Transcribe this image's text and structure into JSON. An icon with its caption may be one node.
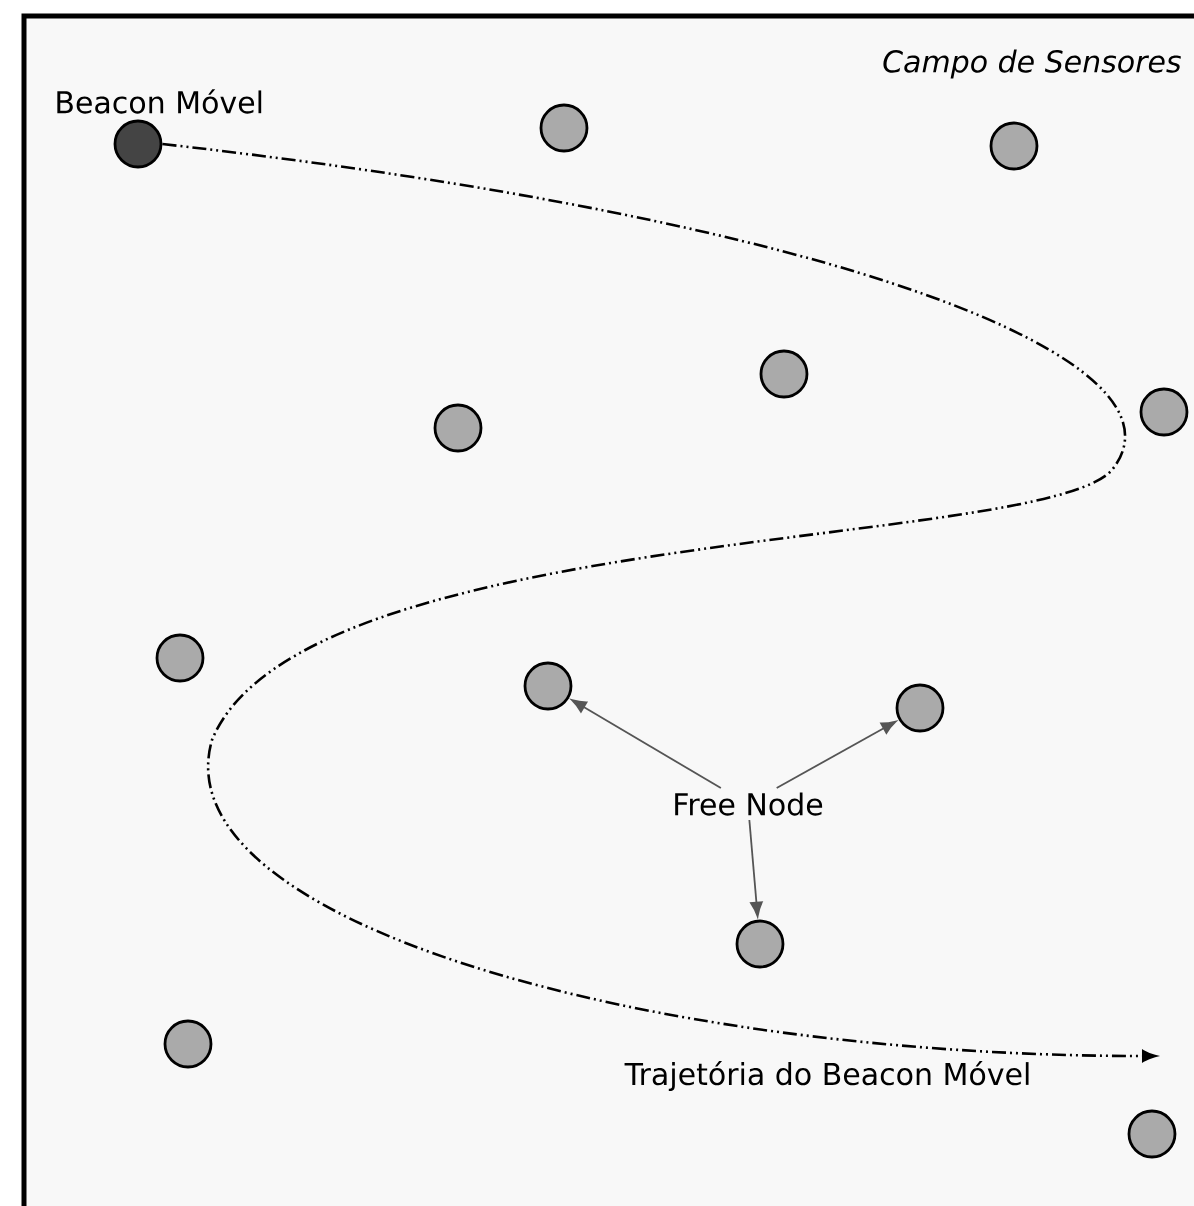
{
  "diagram": {
    "title": "Campo de Sensores",
    "nodes": [
      {
        "text": [],
        "shape": "circle",
        "beside": [
          "Beacon Móvel"
        ]
      },
      {
        "text": [],
        "shape": "circle"
      },
      {
        "text": [],
        "shape": "circle"
      },
      {
        "text": [],
        "shape": "circle"
      },
      {
        "text": [],
        "shape": "circle"
      },
      {
        "text": [],
        "shape": "circle"
      },
      {
        "text": [],
        "shape": "circle"
      },
      {
        "text": [],
        "shape": "circle"
      },
      {
        "text": [],
        "shape": "circle"
      },
      {
        "text": [
          "Free Node"
        ]
      },
      {
        "text": [],
        "shape": "circle"
      },
      {
        "text": [],
        "shape": "circle"
      },
      {
        "text": [],
        "shape": "circle"
      }
    ],
    "edges": [
      {
        "from": 9,
        "to": 7,
        "arrow": "to"
      },
      {
        "from": 9,
        "to": 8,
        "arrow": "to"
      },
      {
        "from": 9,
        "to": 10,
        "arrow": "to"
      },
      {
        "from": 0,
        "to": null,
        "arrow": "to",
        "style": "dashed",
        "color": "#000000",
        "label": "Trajetória do Beacon Móvel"
      }
    ]
  }
}
